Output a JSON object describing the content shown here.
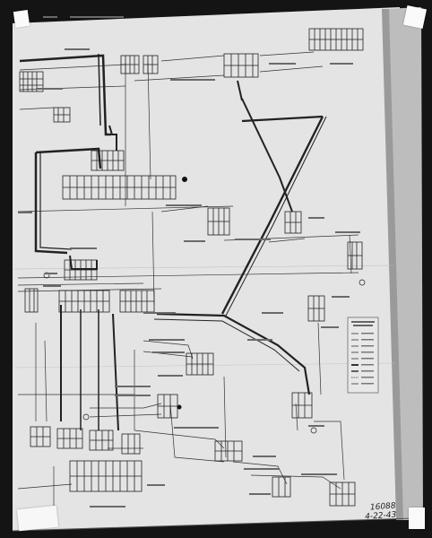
{
  "photo": {
    "description_marks": {
      "code": "16088",
      "date": "4-22-43"
    }
  },
  "colors": {
    "board": "#e6e6e6",
    "frame": "#1a1a1a",
    "wire": "#2a2a2a"
  },
  "legend": {
    "rows": 9
  }
}
